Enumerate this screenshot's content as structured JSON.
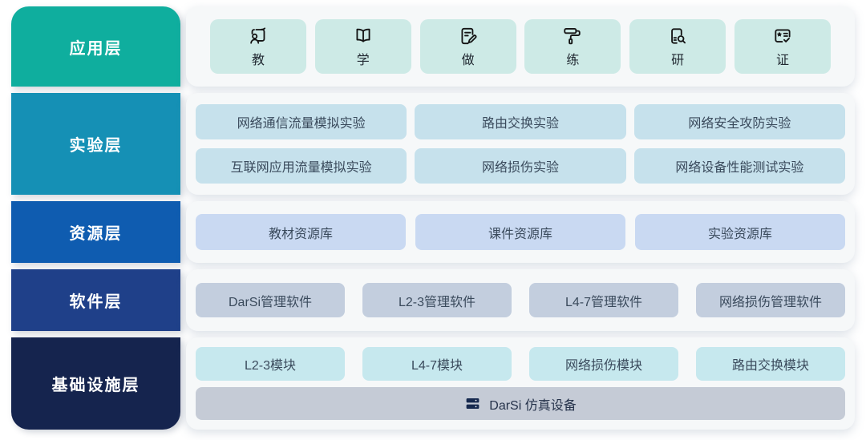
{
  "colors": {
    "page_bg": "#ffffff",
    "card_bg": "#f6f8f9",
    "box_text": "#3a4a5c",
    "label_text": "#ffffff"
  },
  "layers": [
    {
      "label": "应用层",
      "color": "#0fae9e",
      "item_bg": "#cdeae6",
      "items": [
        {
          "label": "教",
          "icon": "teach-board-icon"
        },
        {
          "label": "学",
          "icon": "open-book-icon"
        },
        {
          "label": "做",
          "icon": "document-edit-icon"
        },
        {
          "label": "练",
          "icon": "paint-roller-icon"
        },
        {
          "label": "研",
          "icon": "book-magnifier-icon"
        },
        {
          "label": "证",
          "icon": "certificate-check-icon"
        }
      ]
    },
    {
      "label": "实验层",
      "color": "#1590b5",
      "item_bg": "#c6e1ec",
      "items": [
        "网络通信流量模拟实验",
        "路由交换实验",
        "网络安全攻防实验",
        "互联网应用流量模拟实验",
        "网络损伤实验",
        "网络设备性能测试实验"
      ]
    },
    {
      "label": "资源层",
      "color": "#0f5cb0",
      "item_bg": "#c9d9f2",
      "items": [
        "教材资源库",
        "课件资源库",
        "实验资源库"
      ]
    },
    {
      "label": "软件层",
      "color": "#1f4089",
      "item_bg": "#c3cede",
      "items": [
        "DarSi管理软件",
        "L2-3管理软件",
        "L4-7管理软件",
        "网络损伤管理软件"
      ]
    },
    {
      "label": "基础设施层",
      "color": "#15244e",
      "item_bg": "#c6e8ee",
      "items": [
        "L2-3模块",
        "L4-7模块",
        "网络损伤模块",
        "路由交换模块"
      ],
      "device_bar": {
        "label": "DarSi 仿真设备",
        "icon": "server-stack-icon",
        "bg": "#c5cbd6",
        "icon_color": "#16294f"
      }
    }
  ]
}
